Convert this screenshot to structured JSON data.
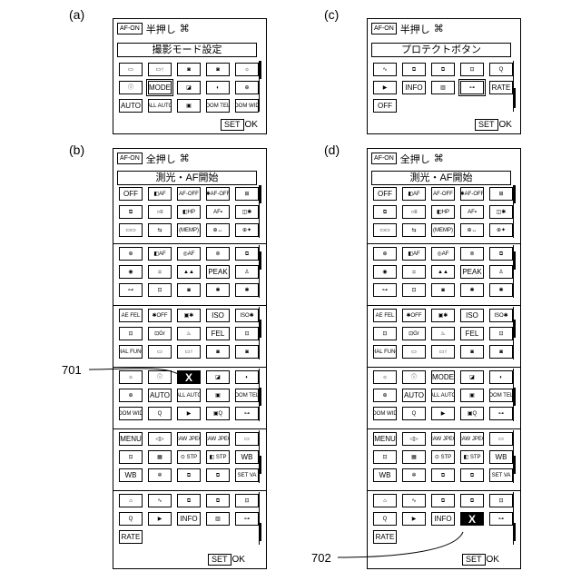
{
  "figure_labels": {
    "a": "(a)",
    "b": "(b)",
    "c": "(c)",
    "d": "(d)"
  },
  "reference_numerals": {
    "r701": "701",
    "r702": "702"
  },
  "common": {
    "af_on": "AF-ON",
    "set": "SET",
    "ok": "OK"
  },
  "panel_a": {
    "header": "半押し",
    "title": "撮影モード設定",
    "buttons": [
      "▭",
      "▭↑",
      "◙",
      "◙",
      "☼",
      "ⓘ",
      "MODE",
      "◪",
      "◐",
      "⊕",
      "AUTO",
      "ALL AUTO",
      "▣",
      "ZOOM TELE",
      "ZOOM WIDE"
    ]
  },
  "panel_c": {
    "header": "半押し",
    "title": "プロテクトボタン",
    "buttons": [
      "∿",
      "⧉",
      "⧉",
      "⊡",
      "Q",
      "▶",
      "INFO",
      "▥",
      "⊶",
      "RATE",
      "OFF"
    ]
  },
  "panel_b": {
    "header": "全押し",
    "title": "測光・AF開始",
    "groups": [
      [
        "OFF",
        "◧AF",
        "AF-OFF",
        "✱AF-OFF",
        "⊞",
        "⧉",
        "○≡",
        "◧HP",
        "AF▪",
        "◫✱",
        "▭▭",
        "⇆",
        "(MEMP)",
        "⊕↔",
        "⊕✦"
      ],
      [
        "⊕",
        "◧AF",
        "◎AF",
        "⊚",
        "⧉",
        "◉",
        "⦂⦂",
        "▲▲",
        "PEAK",
        "♙",
        "⊶",
        "⊡",
        "◙",
        "✱",
        "✱"
      ],
      [
        "AE FEL",
        "✱OFF",
        "▣✱",
        "ISO",
        "ISO✱",
        "⊡",
        "⊡Gr",
        "♨",
        "FEL",
        "⊡",
        "DIAL FUNC",
        "▭",
        "▭↑",
        "◙",
        "◙"
      ],
      [
        "☼",
        "ⓘ",
        "X",
        "◪",
        "◐",
        "⊕",
        "AUTO",
        "ALL AUTO",
        "▣",
        "ZOOM TELE",
        "ZOOM WIDE",
        "Q",
        "▶",
        "▣Q",
        "⊶"
      ],
      [
        "MENU",
        "◁▷",
        "RAW JPEG",
        "RAW JPEG",
        "▭",
        "⊡",
        "▦",
        "⊙ STP",
        "◧ STP",
        "WB",
        "WB",
        "✲",
        "⧉",
        "⧉",
        "SET VA"
      ],
      [
        "⌂",
        "∿",
        "⧉",
        "⧉",
        "⊡",
        "Q",
        "▶",
        "INFO",
        "▥",
        "⊶",
        "RATE"
      ]
    ]
  },
  "panel_d": {
    "header": "全押し",
    "title": "測光・AF開始",
    "groups": [
      [
        "OFF",
        "◧AF",
        "AF-OFF",
        "✱AF-OFF",
        "⊞",
        "⧉",
        "○≡",
        "◧HP",
        "AF▪",
        "◫✱",
        "▭▭",
        "⇆",
        "(MEMP)",
        "⊕↔",
        "⊕✦"
      ],
      [
        "⊕",
        "◧AF",
        "◎AF",
        "⊚",
        "⧉",
        "◉",
        "⦂⦂",
        "▲▲",
        "PEAK",
        "♙",
        "⊶",
        "⊡",
        "◙",
        "✱",
        "✱"
      ],
      [
        "AE FEL",
        "✱OFF",
        "▣✱",
        "ISO",
        "ISO✱",
        "⊡",
        "⊡Gr",
        "♨",
        "FEL",
        "⊡",
        "DIAL FUNC",
        "▭",
        "▭↑",
        "◙",
        "◙"
      ],
      [
        "☼",
        "ⓘ",
        "MODE",
        "◪",
        "◐",
        "⊕",
        "AUTO",
        "ALL AUTO",
        "▣",
        "ZOOM TELE",
        "ZOOM WIDE",
        "Q",
        "▶",
        "▣Q",
        "⊶"
      ],
      [
        "MENU",
        "◁▷",
        "RAW JPEG",
        "RAW JPEG",
        "▭",
        "⊡",
        "▦",
        "⊙ STP",
        "◧ STP",
        "WB",
        "WB",
        "✲",
        "⧉",
        "⧉",
        "SET VA"
      ],
      [
        "⌂",
        "∿",
        "⧉",
        "⧉",
        "⊡",
        "Q",
        "▶",
        "INFO",
        "X",
        "⊶",
        "RATE"
      ]
    ]
  },
  "icons": [
    "camera-icon",
    "scroll-thumb-icon"
  ]
}
